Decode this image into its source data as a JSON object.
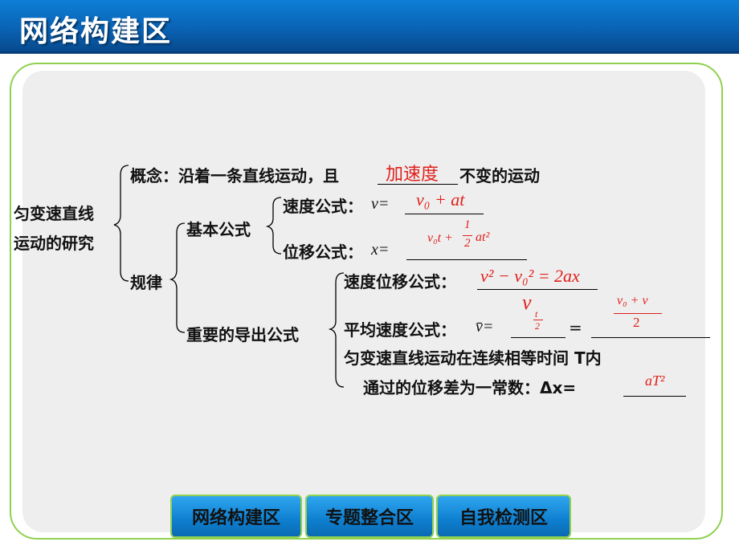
{
  "header": {
    "title": "网络构建区"
  },
  "diagram": {
    "root": [
      "匀变速直线",
      "运动的研究"
    ],
    "concept_label": "概念：沿着一条直线运动，且",
    "concept_answer": "加速度",
    "concept_tail": "不变的运动",
    "law_label": "规律",
    "basic_label": "基本公式",
    "velocity_label": "速度公式：",
    "velocity_var": "v=",
    "velocity_answer": "v₀ + at",
    "displacement_label": "位移公式：",
    "displacement_var": "x=",
    "displacement_answer_a": "v₀t +",
    "displacement_answer_frac_num": "1",
    "displacement_answer_frac_den": "2",
    "displacement_answer_b": "at²",
    "derived_label": "重要的导出公式",
    "vd_label": "速度位移公式：",
    "vd_answer": "v² − v₀² = 2ax",
    "avg_label": "平均速度公式：",
    "avg_var": "v̄=",
    "avg_answer1_main": "v",
    "avg_answer1_sub": "t",
    "avg_answer1_den": "2",
    "avg_eq": "=",
    "avg_answer2_num": "v₀ + v",
    "avg_answer2_den": "2",
    "diff_line1": "匀变速直线运动在连续相等时间 T内",
    "diff_line2": "通过的位移差为一常数：Δx=",
    "diff_answer": "aT²"
  },
  "nav": [
    "网络构建区",
    "专题整合区",
    "自我检测区"
  ]
}
